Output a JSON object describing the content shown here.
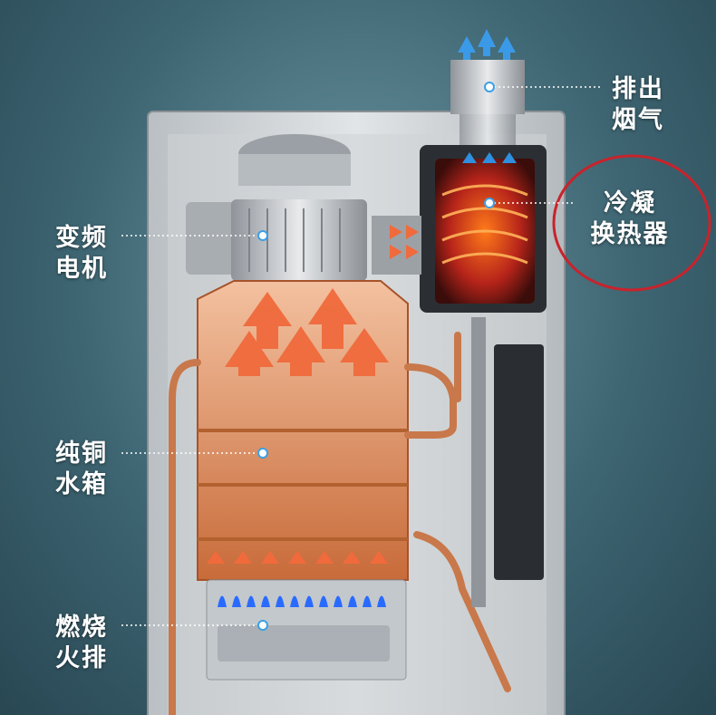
{
  "labels": {
    "exhaust": {
      "line1": "排出",
      "line2": "烟气"
    },
    "condensing": {
      "line1": "冷凝",
      "line2": "换热器"
    },
    "motor": {
      "line1": "变频",
      "line2": "电机"
    },
    "copper_tank": {
      "line1": "纯铜",
      "line2": "水箱"
    },
    "burner": {
      "line1": "燃烧",
      "line2": "火排"
    }
  },
  "colors": {
    "background": "#4a727e",
    "label_text": "#ffffff",
    "highlight_circle": "#c8232c",
    "arrow_orange": "#f06a3c",
    "arrow_blue": "#2f8fe0",
    "copper": "#d98a5c",
    "flame_blue": "#2a6bff"
  }
}
